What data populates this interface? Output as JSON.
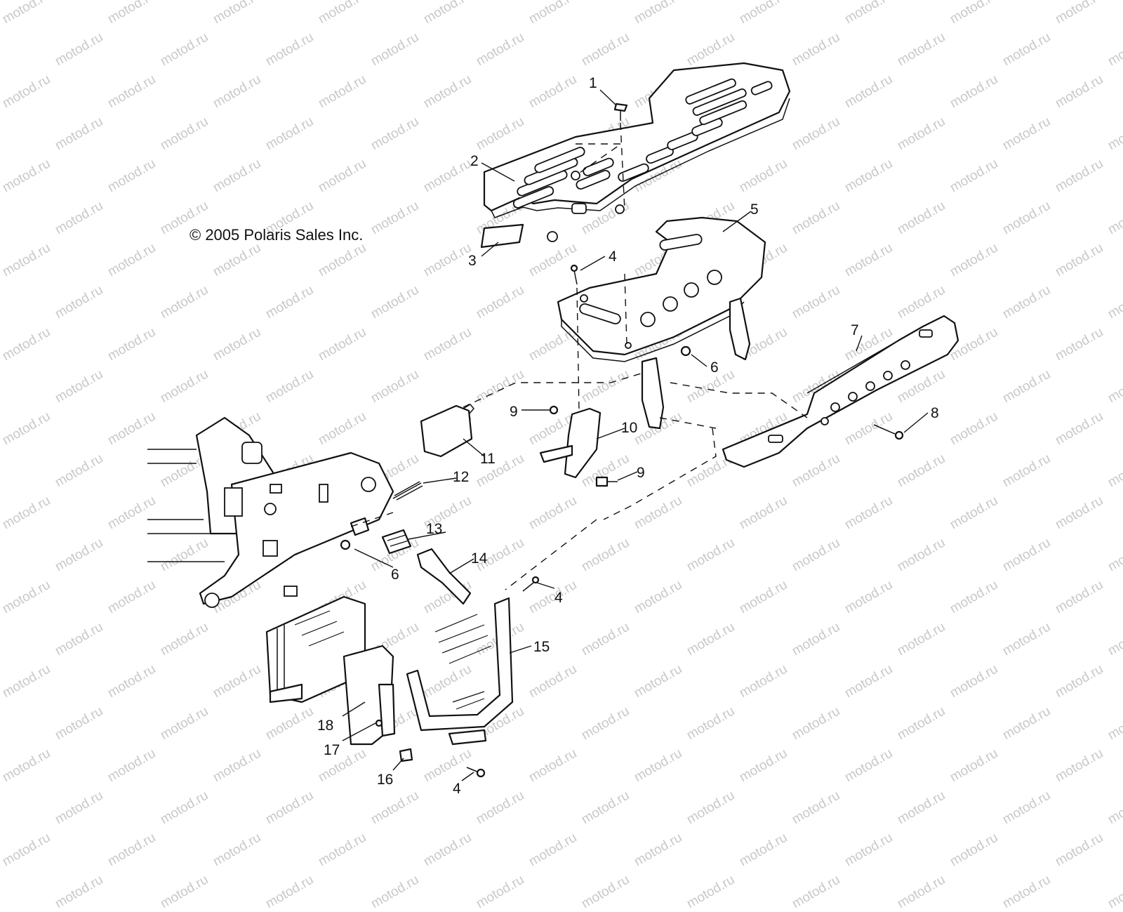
{
  "copyright": "© 2005 Polaris Sales Inc.",
  "watermark": "motod.ru",
  "callouts": {
    "c1": "1",
    "c2": "2",
    "c3": "3",
    "c4a": "4",
    "c4b": "4",
    "c4c": "4",
    "c5": "5",
    "c6a": "6",
    "c6b": "6",
    "c7": "7",
    "c8": "8",
    "c9a": "9",
    "c9b": "9",
    "c10": "10",
    "c11": "11",
    "c12": "12",
    "c13": "13",
    "c14": "14",
    "c15": "15",
    "c16": "16",
    "c17": "17",
    "c18": "18"
  }
}
